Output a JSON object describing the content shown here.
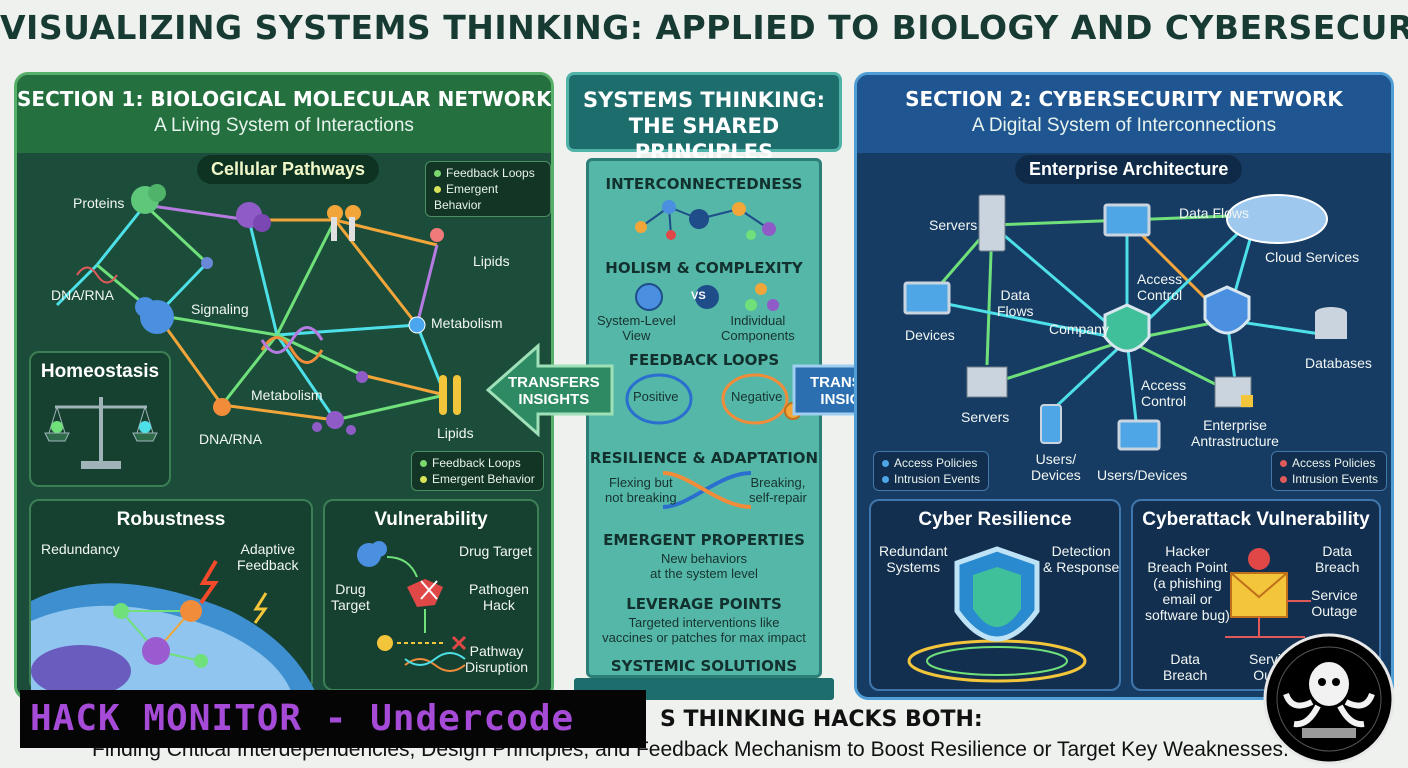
{
  "title": "VISUALIZING SYSTEMS THINKING: APPLIED TO BIOLOGY AND CYBERSECURITY",
  "section1": {
    "title": "SECTION 1: BIOLOGICAL MOLECULAR NETWORK",
    "subtitle": "A Living System of Interactions",
    "pill": "Cellular Pathways",
    "legend_top": [
      "Feedback Loops",
      "Emergent Behavior"
    ],
    "legend_bottom": [
      "Feedback Loops",
      "Emergent Behavior"
    ],
    "labels": {
      "proteins": "Proteins",
      "dna_rna_1": "DNA/RNA",
      "signaling": "Signaling",
      "lipids_1": "Lipids",
      "metabolism_1": "Metabolism",
      "metabolism_2": "Metabolism",
      "dna_rna_2": "DNA/RNA",
      "lipids_2": "Lipids"
    },
    "homeostasis": "Homeostasis",
    "robustness": {
      "title": "Robustness",
      "redundancy": "Redundancy",
      "adaptive": "Adaptive\nFeedback"
    },
    "vulnerability": {
      "title": "Vulnerability",
      "drug_target_1": "Drug Target",
      "drug_target_2": "Drug\nTarget",
      "pathogen": "Pathogen\nHack",
      "pathway": "Pathway\nDisruption"
    }
  },
  "center": {
    "title_line1": "SYSTEMS THINKING:",
    "title_line2": "THE SHARED PRINCIPLES",
    "interconnectedness": "INTERCONNECTEDNESS",
    "holism": "HOLISM & COMPLEXITY",
    "system_level": "System-Level\nView",
    "vs": "VS",
    "individual": "Individual\nComponents",
    "feedback": "FEEDBACK LOOPS",
    "positive": "Positive",
    "negative": "Negative",
    "resilience": "RESILIENCE & ADAPTATION",
    "flexing": "Flexing but\nnot breaking",
    "breaking": "Breaking,\nself-repair",
    "emergent": "EMERGENT PROPERTIES",
    "emergent_text": "New behaviors\nat the system level",
    "leverage": "LEVERAGE POINTS",
    "leverage_text": "Targeted interventions like\nvaccines or patches for max impact",
    "systemic": "SYSTEMIC SOLUTIONS"
  },
  "arrows": {
    "left": "TRANSFERS\nINSIGHTS",
    "right": "TRANSFERS\nINSIGHTS"
  },
  "section2": {
    "title": "SECTION 2: CYBERSECURITY NETWORK",
    "subtitle": "A Digital System of Interconnections",
    "pill": "Enterprise Architecture",
    "labels": {
      "servers_1": "Servers",
      "data_flows_1": "Data Flows",
      "cloud": "Cloud Services",
      "devices": "Devices",
      "data_flows_2": "Data\nFlows",
      "access_control_1": "Access\nControl",
      "company": "Company",
      "databases": "Databases",
      "servers_2": "Servers",
      "access_control_2": "Access\nControl",
      "enterprise": "Enterprise\nAntrastructure",
      "users_devices_1": "Users/\nDevices",
      "users_devices_2": "Users/Devices"
    },
    "legend_left": [
      "Access Policies",
      "Intrusion Events"
    ],
    "legend_right": [
      "Access Policies",
      "Intrusion Events"
    ],
    "cyber_resilience": {
      "title": "Cyber Resilience",
      "redundant": "Redundant\nSystems",
      "detection": "Detection\n& Response"
    },
    "cyberattack": {
      "title": "Cyberattack Vulnerability",
      "hacker": "Hacker\nBreach Point\n(a phishing\nemail or\nsoftware bug)",
      "data_breach_1": "Data\nBreach",
      "service_outage_1": "Service\nOutage",
      "data_breach_2": "Data\nBreach",
      "service_outage_2": "Servic\nOuta"
    }
  },
  "bottom": {
    "heading": "S THINKING HACKS BOTH:",
    "subline": "Finding Critical Interdependencies, Design Principles, and Feedback Mechanism to Boost Resilience or Target Key Weaknesses."
  },
  "watermark": "HACK MONITOR - Undercode",
  "colors": {
    "bio_panel": "#1c4d3a",
    "cyber_panel": "#173c64",
    "center": "#55b7a8",
    "watermark": "#a64bd8"
  }
}
